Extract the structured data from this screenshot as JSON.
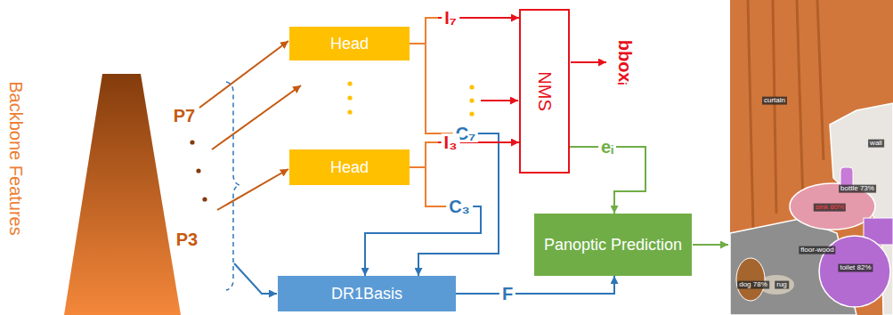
{
  "diagram": {
    "nodes": [
      {
        "text": [
          "Head"
        ]
      },
      {
        "text": [
          "Head"
        ]
      },
      {
        "text": [
          "NMS"
        ]
      },
      {
        "text": [
          "DR1Basis"
        ]
      },
      {
        "text": [
          "Panoptic Prediction"
        ]
      }
    ],
    "edges": [
      {
        "from": 0,
        "to": 2,
        "arrow": "to",
        "label": "I₇"
      },
      {
        "from": 0,
        "to": 3,
        "arrow": "to",
        "label": "C₇"
      },
      {
        "from": 1,
        "to": 2,
        "arrow": "to",
        "label": "I₃"
      },
      {
        "from": 1,
        "to": 3,
        "arrow": "to",
        "label": "C₃"
      },
      {
        "from": 3,
        "to": 4,
        "arrow": "to",
        "label": "F"
      },
      {
        "from": 2,
        "to": 4,
        "arrow": "to",
        "label": "eᵢ"
      }
    ],
    "labels": [
      "Backbone Features",
      "P7",
      "P3",
      "bboxᵢ",
      "curtain",
      "wall",
      "bottle 73%",
      "sink 80%",
      "floor-wood",
      "toilet 82%",
      "dog 78%",
      "rug"
    ]
  }
}
